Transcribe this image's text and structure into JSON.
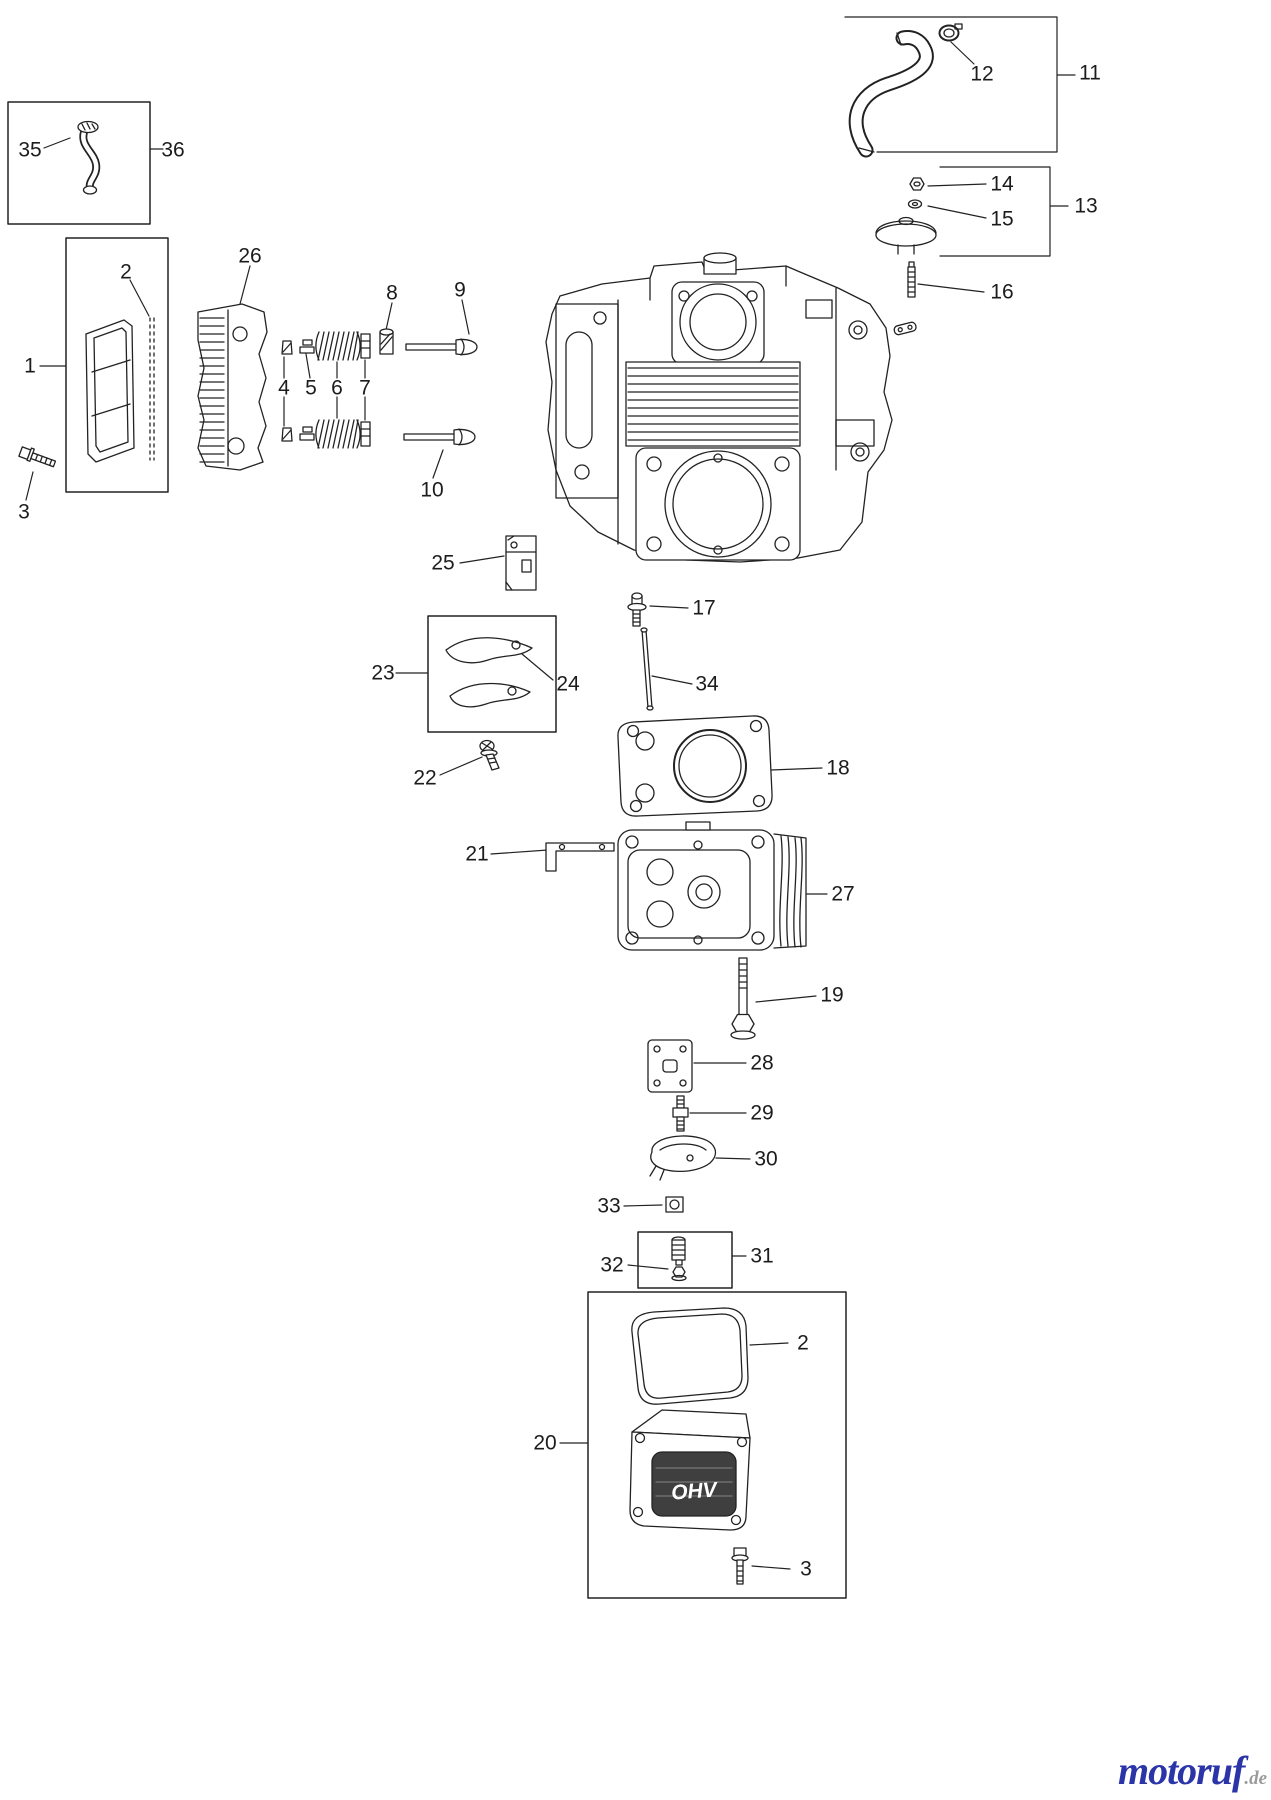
{
  "callouts": [
    {
      "n": "35"
    },
    {
      "n": "36"
    },
    {
      "n": "12"
    },
    {
      "n": "11"
    },
    {
      "n": "14"
    },
    {
      "n": "15"
    },
    {
      "n": "13"
    },
    {
      "n": "16"
    },
    {
      "n": "2"
    },
    {
      "n": "26"
    },
    {
      "n": "1"
    },
    {
      "n": "8"
    },
    {
      "n": "9"
    },
    {
      "n": "4"
    },
    {
      "n": "5"
    },
    {
      "n": "6"
    },
    {
      "n": "7"
    },
    {
      "n": "3"
    },
    {
      "n": "10"
    },
    {
      "n": "25"
    },
    {
      "n": "17"
    },
    {
      "n": "34"
    },
    {
      "n": "23"
    },
    {
      "n": "24"
    },
    {
      "n": "22"
    },
    {
      "n": "18"
    },
    {
      "n": "21"
    },
    {
      "n": "27"
    },
    {
      "n": "19"
    },
    {
      "n": "28"
    },
    {
      "n": "29"
    },
    {
      "n": "30"
    },
    {
      "n": "33"
    },
    {
      "n": "31"
    },
    {
      "n": "32"
    },
    {
      "n": "2"
    },
    {
      "n": "20"
    },
    {
      "n": "3"
    }
  ],
  "engine_cover_text": "OHV",
  "watermark": {
    "brand": "motoruf",
    "tld": ".de",
    "brand_color": "#2b35a8",
    "tld_color": "#9b9b9b"
  }
}
